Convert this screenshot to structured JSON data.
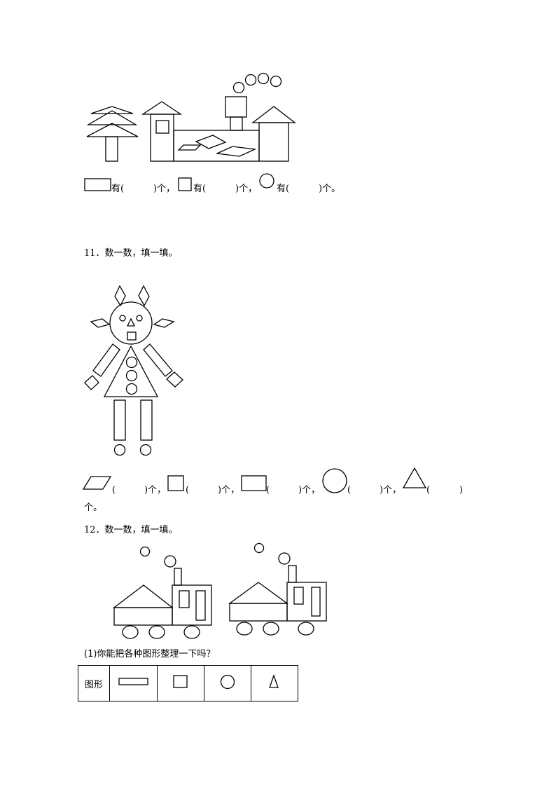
{
  "q10": {
    "prefix_you": "有(",
    "blank": "",
    "suffix_ge": ")个，",
    "suffix_end": ")个。"
  },
  "q11": {
    "title": "11．数一数，填一填。",
    "open": "(",
    "blank": "",
    "sep": ")个，",
    "end": ")",
    "tail": "个。"
  },
  "q12": {
    "title": "12．数一数，填一填。",
    "sub1": "(1)你能把各种图形整理一下吗？",
    "table": {
      "header": "图形",
      "icons": [
        "rectangle-icon",
        "square-icon",
        "circle-icon",
        "triangle-icon"
      ]
    }
  }
}
